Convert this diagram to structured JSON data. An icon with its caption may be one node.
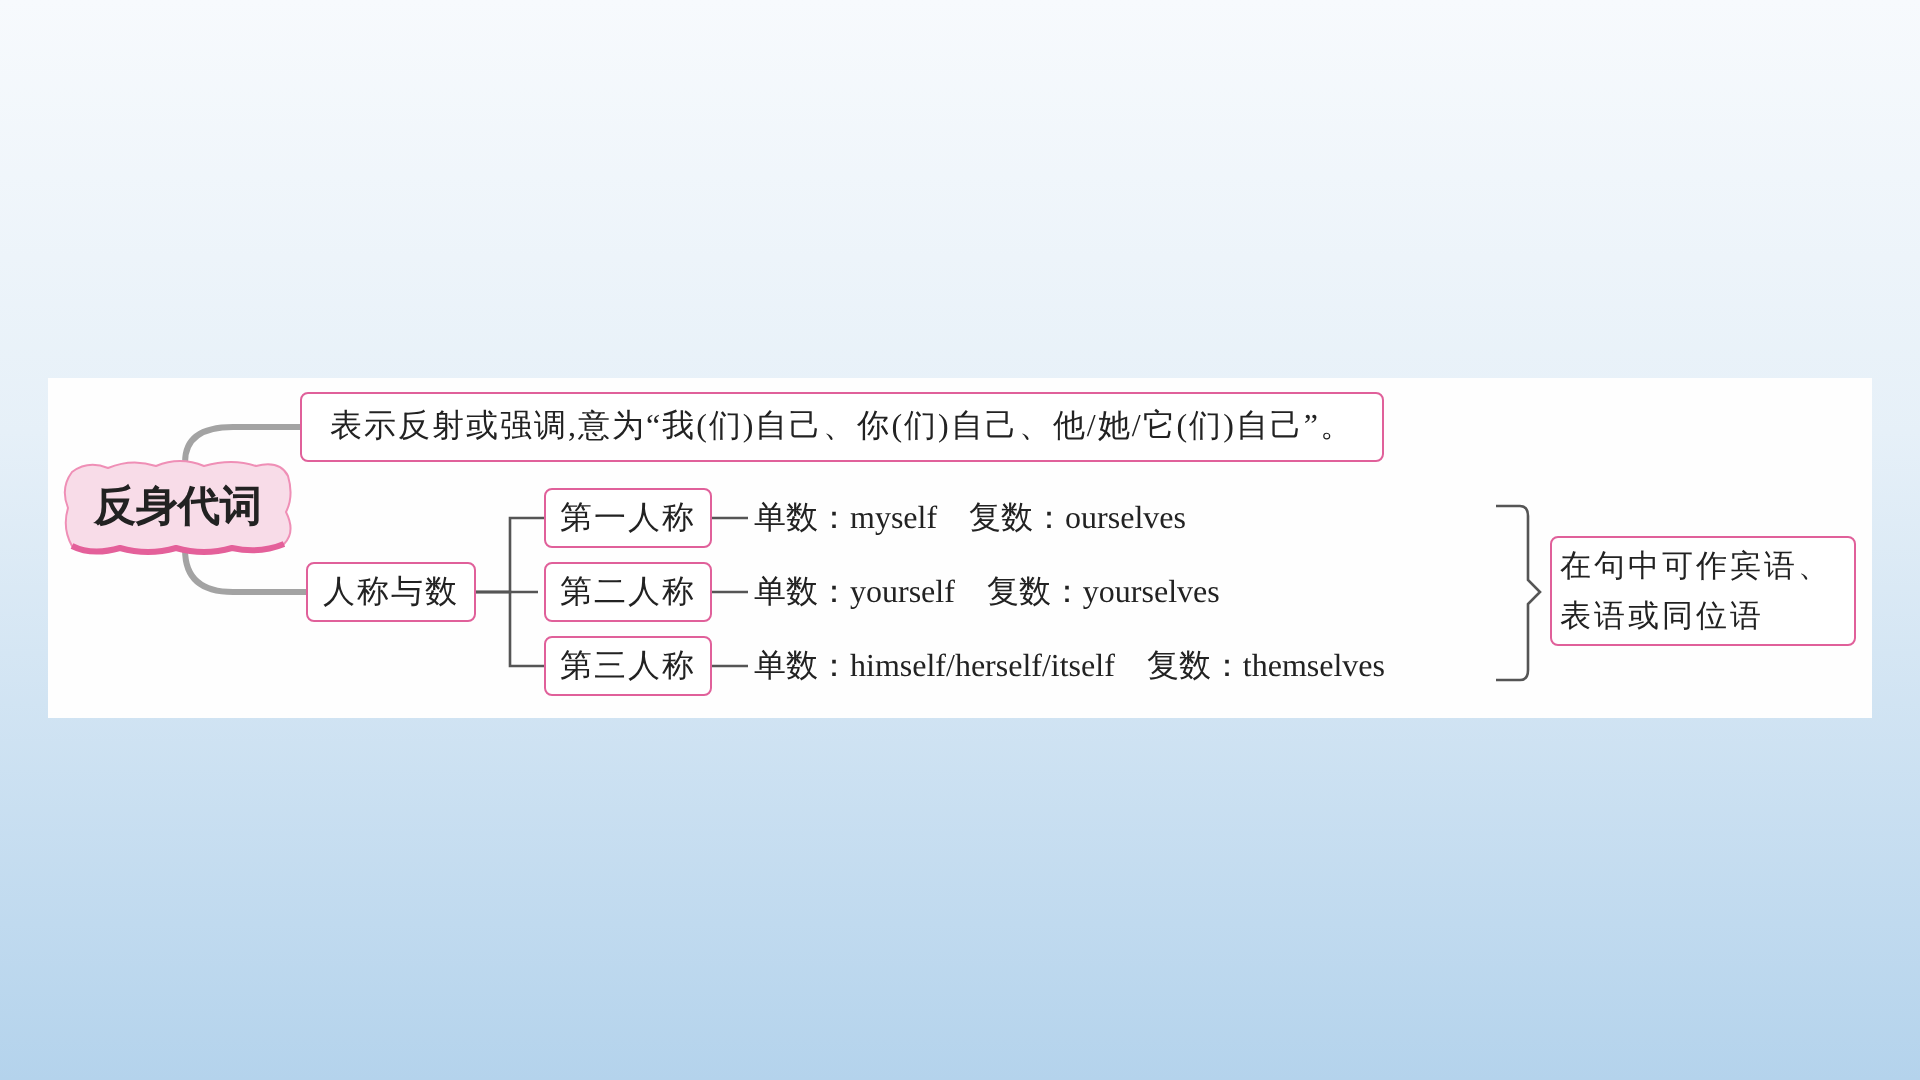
{
  "diagram": {
    "nodes": [
      {
        "text": [
          "反身代词"
        ]
      },
      {
        "text": [
          "表示反射或强调,意为“我(们)自己、你(们)自己、他/她/它(们)自己”。"
        ]
      },
      {
        "text": [
          "人称与数"
        ]
      },
      {
        "text": [
          "第一人称"
        ]
      },
      {
        "text": [
          "第二人称"
        ]
      },
      {
        "text": [
          "第三人称"
        ]
      },
      {
        "text": [
          "单数：myself　复数：ourselves"
        ]
      },
      {
        "text": [
          "单数：yourself　复数：yourselves"
        ]
      },
      {
        "text": [
          "单数：himself/herself/itself　复数：themselves"
        ]
      },
      {
        "text": [
          "在句中可作宾语、表语或同位语"
        ]
      }
    ],
    "edges": [
      {
        "from": 0,
        "to": 1,
        "arrow": "none",
        "style": "thick",
        "color": "#a3a3a3"
      },
      {
        "from": 0,
        "to": 2,
        "arrow": "none",
        "style": "thick",
        "color": "#a3a3a3"
      },
      {
        "from": 2,
        "to": 3,
        "arrow": "none"
      },
      {
        "from": 2,
        "to": 4,
        "arrow": "none"
      },
      {
        "from": 2,
        "to": 5,
        "arrow": "none"
      },
      {
        "from": 3,
        "to": 6,
        "arrow": "none"
      },
      {
        "from": 4,
        "to": 7,
        "arrow": "none"
      },
      {
        "from": 5,
        "to": 8,
        "arrow": "none"
      }
    ]
  }
}
